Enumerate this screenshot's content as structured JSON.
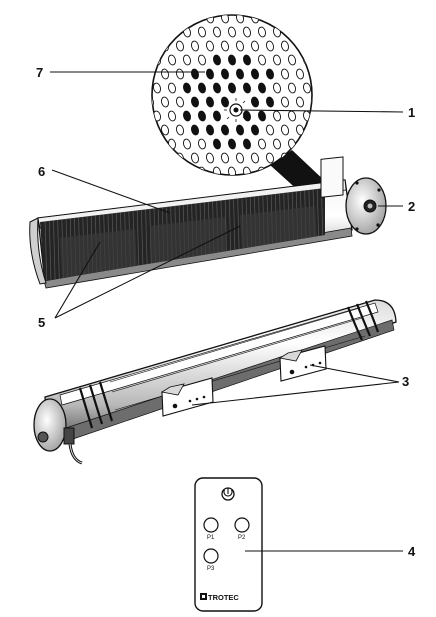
{
  "callouts": {
    "c1": "1",
    "c2": "2",
    "c3": "3",
    "c4": "4",
    "c5": "5",
    "c6": "6",
    "c7": "7"
  },
  "remote": {
    "power_icon": "power-icon",
    "p1": "P1",
    "p2": "P2",
    "p3": "P3",
    "brand": "TROTEC"
  },
  "colors": {
    "line": "#111111",
    "tube_light": "#ececec",
    "tube_dark": "#7a7a7a",
    "grille_dark": "#1e1e1e"
  }
}
